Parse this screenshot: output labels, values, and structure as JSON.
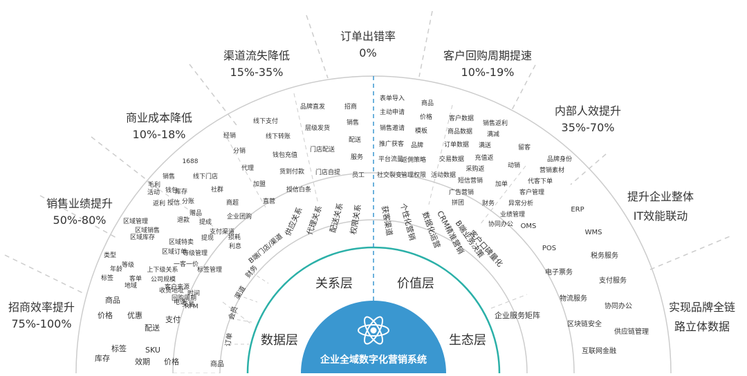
{
  "center": {
    "title": "企业全域数字化营销系统"
  },
  "layers": {
    "data": "数据层",
    "relation": "关系层",
    "value": "价值层",
    "ecology": "生态层"
  },
  "outer_metrics": [
    {
      "name": "招商效率提升",
      "value": "75%-100%"
    },
    {
      "name": "销售业绩提升",
      "value": "50%-80%"
    },
    {
      "name": "商业成本降低",
      "value": "10%-18%"
    },
    {
      "name": "渠道流失降低",
      "value": "15%-35%"
    },
    {
      "name": "订单出错率",
      "value": "0%"
    },
    {
      "name": "客户回购周期提速",
      "value": "10%-19%"
    },
    {
      "name": "内部人效提升",
      "value": "35%-70%"
    },
    {
      "name": "提升企业整体",
      "value": "IT效能联动"
    },
    {
      "name": "实现品牌全链",
      "value": "路立体数据"
    }
  ],
  "data_layer_items": [
    "商品",
    "订单",
    "会员",
    "渠道",
    "财务",
    "B端门店/渠道"
  ],
  "relation_layer_items": [
    "供应关系",
    "代理关系",
    "配送关系",
    "权限关系"
  ],
  "value_layer_items": [
    "获客渠道",
    "个性化营销",
    "数据化运营",
    "CRM精准营销",
    "B端业务决策",
    "客户口碑量化"
  ],
  "ecology_items": [
    "企业服务矩阵"
  ],
  "ring2_words": [
    "库存",
    "标签",
    "SKU",
    "效期",
    "价格",
    "商品",
    "价格",
    "优惠",
    "配送",
    "支付",
    "标签",
    "类型",
    "等级",
    "年龄",
    "客单",
    "公司规模",
    "地域",
    "上下级关系",
    "收货地址",
    "客户来源",
    "时间",
    "交易",
    "回购周期",
    "电话",
    "RFM",
    "一客一价",
    "等级管理",
    "区域管理",
    "区域库存",
    "区域销售",
    "区域特卖",
    "区域订单",
    "标签管理",
    "销售",
    "毛利",
    "活动",
    "钱包",
    "授信",
    "库存",
    "返利",
    "分账",
    "赠品",
    "退款",
    "提成",
    "支付渠道",
    "提现",
    "损耗",
    "利息",
    "1688",
    "线下门店",
    "社群",
    "商超",
    "企业团购",
    "经销",
    "分销",
    "代理",
    "加盟",
    "直营",
    "线下支付",
    "线下转账",
    "钱包充值",
    "货到付款",
    "授信白条",
    "品牌直发",
    "层级发货",
    "门店配送",
    "门店自提",
    "招商",
    "销售",
    "配送",
    "服务",
    "员工",
    "表单导入",
    "主动申请",
    "销售邀请",
    "推广获客",
    "平台流量",
    "社交裂变",
    "商品",
    "价格",
    "模板",
    "品牌",
    "返佣策略",
    "管理权限",
    "客户数据",
    "商品数据",
    "订单数据",
    "交易数据",
    "活动数据",
    "销售返利",
    "满减",
    "满送",
    "充值返",
    "采购返",
    "短信营销",
    "广告营销",
    "拼团",
    "留客",
    "动销",
    "加单",
    "财务",
    "协同办公",
    "品牌身份",
    "营销素材",
    "代客下单",
    "客户管理",
    "异常分析",
    "业绩管理",
    "ERP",
    "OMS",
    "WMS",
    "POS",
    "税务服务",
    "电子票务",
    "支付服务",
    "物流服务",
    "协同办公",
    "区块链安全",
    "供应链管理",
    "互联网金融"
  ],
  "colors": {
    "teal": "#2bb0a8",
    "center_blue": "#3a97d0",
    "line_gray": "#cccccc",
    "dash_blue": "#3a97d0"
  }
}
